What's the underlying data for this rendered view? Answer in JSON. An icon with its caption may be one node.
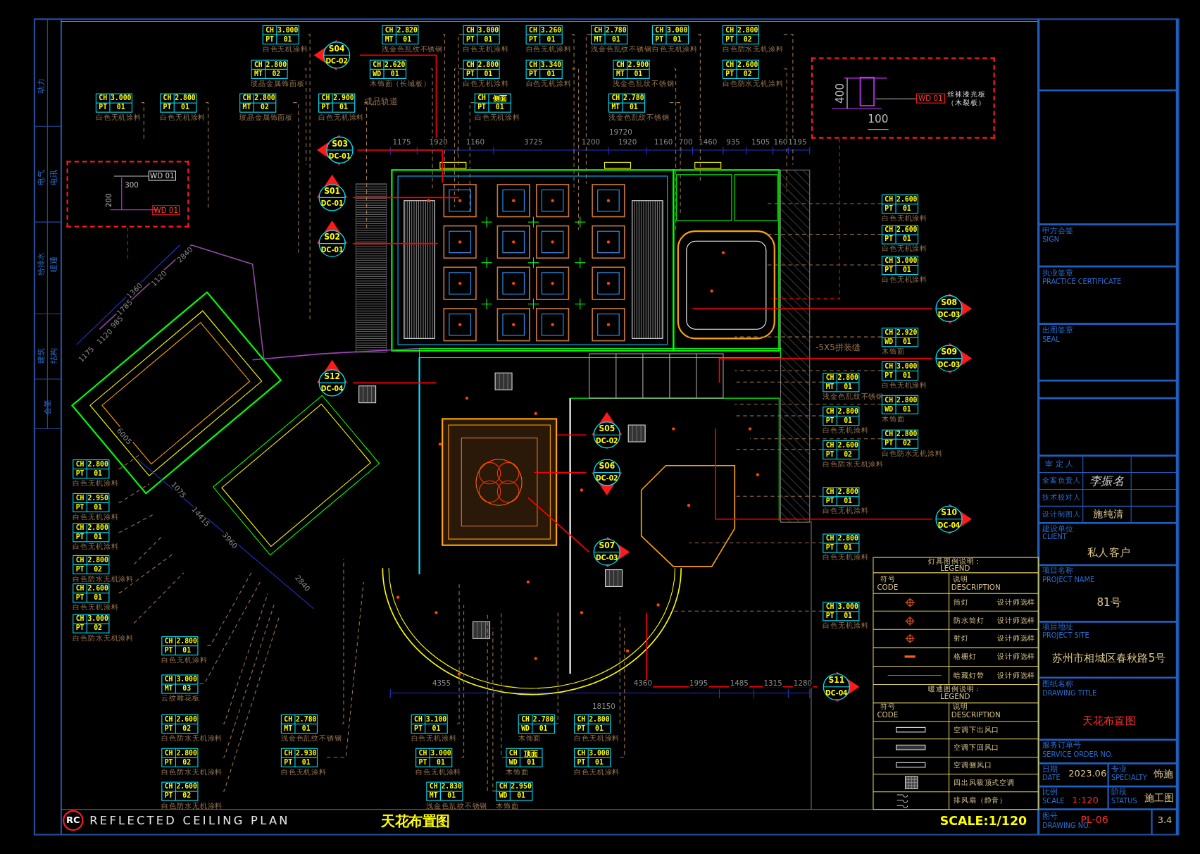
{
  "diagram": {
    "nodes": [
      {
        "text": [
          "CH",
          "3.000",
          "PT",
          "01",
          "白色无机涂料"
        ]
      },
      {
        "text": [
          "CH",
          "2.820",
          "MT",
          "01",
          "浅金色乱纹不锈钢"
        ]
      },
      {
        "text": [
          "CH",
          "3.000",
          "PT",
          "01",
          "白色无机涂料"
        ]
      },
      {
        "text": [
          "CH",
          "3.260",
          "PT",
          "01",
          "白色无机涂料"
        ]
      },
      {
        "text": [
          "CH",
          "2.780",
          "MT",
          "01",
          "浅金色乱纹不锈钢"
        ]
      },
      {
        "text": [
          "CH",
          "3.000",
          "PT",
          "01",
          "白色无机涂料"
        ]
      },
      {
        "text": [
          "CH",
          "2.800",
          "PT",
          "02",
          "白色防水无机涂料"
        ]
      },
      {
        "text": [
          "CH",
          "2.800",
          "MT",
          "02",
          "玻晶金属饰面板"
        ]
      },
      {
        "text": [
          "CH",
          "2.620",
          "WD",
          "01",
          "木饰面（长城板）"
        ]
      },
      {
        "text": [
          "CH",
          "2.800",
          "PT",
          "01",
          "白色无机涂料"
        ]
      },
      {
        "text": [
          "CH",
          "3.340",
          "PT",
          "01",
          "白色无机涂料"
        ]
      },
      {
        "text": [
          "CH",
          "2.900",
          "MT",
          "01",
          "浅金色乱纹不锈钢"
        ]
      },
      {
        "text": [
          "CH",
          "2.600",
          "PT",
          "02",
          "白色防水无机涂料"
        ]
      },
      {
        "text": [
          "CH",
          "3.000",
          "PT",
          "01",
          "白色无机涂料"
        ]
      },
      {
        "text": [
          "CH",
          "2.800",
          "PT",
          "01",
          "白色无机涂料"
        ]
      },
      {
        "text": [
          "CH",
          "2.800",
          "MT",
          "02",
          "玻晶金属饰面板"
        ]
      },
      {
        "text": [
          "CH",
          "2.900",
          "PT",
          "01",
          "白色无机涂料"
        ]
      },
      {
        "text": [
          "CH",
          "侧面",
          "PT",
          "01",
          "白色无机涂料"
        ]
      },
      {
        "text": [
          "CH",
          "2.780",
          "MT",
          "01",
          "浅金色乱纹不锈钢"
        ]
      },
      {
        "text": [
          "CH",
          "2.600",
          "PT",
          "01",
          "白色无机涂料"
        ]
      },
      {
        "text": [
          "CH",
          "2.600",
          "PT",
          "01",
          "白色无机涂料"
        ]
      },
      {
        "text": [
          "CH",
          "3.000",
          "PT",
          "01",
          "白色无机涂料"
        ]
      },
      {
        "text": [
          "CH",
          "2.920",
          "WD",
          "01",
          "木饰面"
        ]
      },
      {
        "text": [
          "CH",
          "3.000",
          "PT",
          "01",
          "白色无机涂料"
        ]
      },
      {
        "text": [
          "CH",
          "2.800",
          "MT",
          "01",
          "浅金色乱纹不锈钢"
        ]
      },
      {
        "text": [
          "CH",
          "2.800",
          "WD",
          "01",
          "木饰面"
        ]
      },
      {
        "text": [
          "CH",
          "2.800",
          "PT",
          "01",
          "白色无机涂料"
        ]
      },
      {
        "text": [
          "CH",
          "2.800",
          "PT",
          "02",
          "白色防水无机涂料"
        ]
      },
      {
        "text": [
          "CH",
          "2.600",
          "PT",
          "02",
          "白色防水无机涂料"
        ]
      },
      {
        "text": [
          "CH",
          "2.800",
          "PT",
          "01",
          "白色无机涂料"
        ]
      },
      {
        "text": [
          "CH",
          "2.800",
          "PT",
          "01",
          "白色无机涂料"
        ]
      },
      {
        "text": [
          "CH",
          "3.000",
          "PT",
          "01",
          "白色无机涂料"
        ]
      },
      {
        "text": [
          "CH",
          "2.800",
          "PT",
          "01",
          "白色无机涂料"
        ]
      },
      {
        "text": [
          "CH",
          "2.950",
          "PT",
          "01",
          "白色无机涂料"
        ]
      },
      {
        "text": [
          "CH",
          "2.800",
          "PT",
          "01",
          "白色无机涂料"
        ]
      },
      {
        "text": [
          "CH",
          "2.800",
          "PT",
          "02",
          "白色防水无机涂料"
        ]
      },
      {
        "text": [
          "CH",
          "2.600",
          "PT",
          "01",
          "白色无机涂料"
        ]
      },
      {
        "text": [
          "CH",
          "3.000",
          "PT",
          "02",
          "白色防水无机涂料"
        ]
      },
      {
        "text": [
          "CH",
          "2.800",
          "PT",
          "01",
          "白色无机涂料"
        ]
      },
      {
        "text": [
          "CH",
          "3.000",
          "MT",
          "03",
          "云纹雕花板"
        ]
      },
      {
        "text": [
          "CH",
          "2.600",
          "PT",
          "02",
          "白色防水无机涂料"
        ]
      },
      {
        "text": [
          "CH",
          "2.800",
          "PT",
          "02",
          "白色防水无机涂料"
        ]
      },
      {
        "text": [
          "CH",
          "2.600",
          "PT",
          "02",
          "白色防水无机涂料"
        ]
      },
      {
        "text": [
          "CH",
          "2.780",
          "MT",
          "01",
          "浅金色乱纹不锈钢"
        ]
      },
      {
        "text": [
          "CH",
          "2.930",
          "PT",
          "01",
          "白色无机涂料"
        ]
      },
      {
        "text": [
          "CH",
          "3.100",
          "PT",
          "01",
          "白色无机涂料"
        ]
      },
      {
        "text": [
          "CH",
          "3.000",
          "PT",
          "01",
          "白色无机涂料"
        ]
      },
      {
        "text": [
          "CH",
          "2.830",
          "MT",
          "01",
          "浅金色乱纹不锈钢"
        ]
      },
      {
        "text": [
          "CH",
          "2.780",
          "WD",
          "01",
          "木饰面"
        ]
      },
      {
        "text": [
          "CH",
          "顶面",
          "WD",
          "01",
          "木饰面"
        ]
      },
      {
        "text": [
          "CH",
          "2.950",
          "WD",
          "01",
          "木饰面"
        ]
      },
      {
        "text": [
          "CH",
          "2.800",
          "PT",
          "01",
          "白色无机涂料"
        ]
      },
      {
        "text": [
          "CH",
          "3.000",
          "PT",
          "01",
          "白色无机涂料"
        ]
      },
      {
        "text": [
          "S04",
          "DC-02"
        ]
      },
      {
        "text": [
          "S03",
          "DC-01"
        ]
      },
      {
        "text": [
          "S01",
          "DC-01"
        ]
      },
      {
        "text": [
          "S02",
          "DC-01"
        ]
      },
      {
        "text": [
          "S12",
          "DC-04"
        ]
      },
      {
        "text": [
          "S05",
          "DC-02"
        ]
      },
      {
        "text": [
          "S06",
          "DC-02"
        ]
      },
      {
        "text": [
          "S07",
          "DC-03"
        ]
      },
      {
        "text": [
          "S08",
          "DC-03"
        ]
      },
      {
        "text": [
          "S09",
          "DC-03"
        ]
      },
      {
        "text": [
          "S10",
          "DC-04"
        ]
      },
      {
        "text": [
          "S11",
          "DC-04"
        ]
      },
      {
        "text": [
          "400",
          "100",
          "WD 01",
          "丝袜漆光板（木裂板）"
        ]
      },
      {
        "text": [
          "300",
          "200",
          "WD 01",
          "WD 01"
        ]
      },
      {
        "text": [
          "RC"
        ]
      }
    ],
    "edges": [
      {
        "from": 0,
        "to": null,
        "arrow": "none",
        "style": "dashed"
      },
      {
        "from": 1,
        "to": null,
        "arrow": "none",
        "style": "dashed"
      },
      {
        "from": 2,
        "to": null,
        "arrow": "none",
        "style": "dashed"
      },
      {
        "from": 3,
        "to": null,
        "arrow": "none",
        "style": "dashed"
      },
      {
        "from": 4,
        "to": null,
        "arrow": "none",
        "style": "dashed"
      },
      {
        "from": 5,
        "to": null,
        "arrow": "none",
        "style": "dashed"
      },
      {
        "from": 6,
        "to": null,
        "arrow": "none",
        "style": "dashed"
      },
      {
        "from": 7,
        "to": null,
        "arrow": "none",
        "style": "dashed"
      },
      {
        "from": 8,
        "to": null,
        "arrow": "none",
        "style": "dashed"
      },
      {
        "from": 9,
        "to": null,
        "arrow": "none",
        "style": "dashed"
      },
      {
        "from": 10,
        "to": null,
        "arrow": "none",
        "style": "dashed"
      },
      {
        "from": 11,
        "to": null,
        "arrow": "none",
        "style": "dashed"
      },
      {
        "from": 12,
        "to": null,
        "arrow": "none",
        "style": "dashed"
      },
      {
        "from": 13,
        "to": null,
        "arrow": "none",
        "style": "dashed"
      },
      {
        "from": 14,
        "to": null,
        "arrow": "none",
        "style": "dashed"
      },
      {
        "from": 15,
        "to": null,
        "arrow": "none",
        "style": "dashed"
      },
      {
        "from": 16,
        "to": null,
        "arrow": "none",
        "style": "dashed"
      },
      {
        "from": 17,
        "to": null,
        "arrow": "none",
        "style": "dashed"
      },
      {
        "from": 18,
        "to": null,
        "arrow": "none",
        "style": "dashed"
      },
      {
        "from": 19,
        "to": null,
        "arrow": "none",
        "style": "dashed"
      },
      {
        "from": 20,
        "to": null,
        "arrow": "none",
        "style": "dashed"
      },
      {
        "from": 21,
        "to": null,
        "arrow": "none",
        "style": "dashed"
      },
      {
        "from": 22,
        "to": null,
        "arrow": "none",
        "style": "dashed"
      },
      {
        "from": 23,
        "to": null,
        "arrow": "none",
        "style": "dashed"
      },
      {
        "from": 24,
        "to": null,
        "arrow": "none",
        "style": "dashed"
      },
      {
        "from": 25,
        "to": null,
        "arrow": "none",
        "style": "dashed"
      },
      {
        "from": 26,
        "to": null,
        "arrow": "none",
        "style": "dashed"
      },
      {
        "from": 27,
        "to": null,
        "arrow": "none",
        "style": "dashed"
      },
      {
        "from": 28,
        "to": null,
        "arrow": "none",
        "style": "dashed"
      },
      {
        "from": 29,
        "to": null,
        "arrow": "none",
        "style": "dashed"
      },
      {
        "from": 30,
        "to": null,
        "arrow": "none",
        "style": "dashed"
      },
      {
        "from": 31,
        "to": null,
        "arrow": "none",
        "style": "dashed"
      },
      {
        "from": 32,
        "to": null,
        "arrow": "none",
        "style": "dashed"
      },
      {
        "from": 33,
        "to": null,
        "arrow": "none",
        "style": "dashed"
      },
      {
        "from": 34,
        "to": null,
        "arrow": "none",
        "style": "dashed"
      },
      {
        "from": 35,
        "to": null,
        "arrow": "none",
        "style": "dashed"
      },
      {
        "from": 36,
        "to": null,
        "arrow": "none",
        "style": "dashed"
      },
      {
        "from": 37,
        "to": null,
        "arrow": "none",
        "style": "dashed"
      },
      {
        "from": 38,
        "to": null,
        "arrow": "none",
        "style": "dashed"
      },
      {
        "from": 39,
        "to": null,
        "arrow": "none",
        "style": "dashed"
      },
      {
        "from": 40,
        "to": null,
        "arrow": "none",
        "style": "dashed"
      },
      {
        "from": 41,
        "to": null,
        "arrow": "none",
        "style": "dashed"
      },
      {
        "from": 42,
        "to": null,
        "arrow": "none",
        "style": "dashed"
      },
      {
        "from": 43,
        "to": null,
        "arrow": "none",
        "style": "dashed"
      },
      {
        "from": 44,
        "to": null,
        "arrow": "none",
        "style": "dashed"
      },
      {
        "from": 45,
        "to": null,
        "arrow": "none",
        "style": "dashed"
      },
      {
        "from": 46,
        "to": null,
        "arrow": "none",
        "style": "dashed"
      },
      {
        "from": 47,
        "to": null,
        "arrow": "none",
        "style": "dashed"
      },
      {
        "from": 48,
        "to": null,
        "arrow": "none",
        "style": "dashed"
      },
      {
        "from": 49,
        "to": null,
        "arrow": "none",
        "style": "dashed"
      },
      {
        "from": 50,
        "to": null,
        "arrow": "none",
        "style": "dashed"
      },
      {
        "from": 51,
        "to": null,
        "arrow": "none",
        "style": "dashed"
      },
      {
        "from": 52,
        "to": null,
        "arrow": "none",
        "style": "dashed"
      },
      {
        "from": 65,
        "to": null,
        "arrow": "none",
        "style": "dashed",
        "color": "#ff0000"
      },
      {
        "from": 66,
        "to": null,
        "arrow": "none",
        "style": "dashed",
        "color": "#ff0000"
      }
    ],
    "labels": [
      "动力",
      "电气",
      "电讯",
      "给排水",
      "暖通",
      "建筑",
      "结构",
      "会签",
      "成品轨道",
      "19720",
      "1175",
      "1920",
      "1160",
      "3725",
      "1200",
      "1920",
      "1160",
      "700",
      "1460",
      "935",
      "1505",
      "160",
      "1195",
      "-5X5拼装缝",
      "2840",
      "1360",
      "1120",
      "1785",
      "1175",
      "1120",
      "985",
      "6005",
      "1075",
      "14415",
      "3960",
      "2840",
      "4355",
      "18150",
      "4360",
      "1995",
      "1485",
      "1315",
      "1280",
      "REFLECTED CEILING PLAN",
      "天花布置图",
      "SCALE:1/120",
      "灯具图例说明：",
      "LEGEND",
      "符号",
      "CODE",
      "说明",
      "DESCRIPTION",
      "筒灯",
      "设计师选样",
      "防水筒灯",
      "设计师选样",
      "射灯",
      "设计师选样",
      "格栅灯",
      "设计师选样",
      "暗藏灯带",
      "设计师选样",
      "暖通图例说明：",
      "LEGEND",
      "符号",
      "CODE",
      "说明",
      "DESCRIPTION",
      "空调下出风口",
      "空调下回风口",
      "空调侧风口",
      "四出风吸顶式空调",
      "排风扇（静音）",
      "甲方会签",
      "SIGN",
      "执业签章",
      "PRACTICE CERTIFICATE",
      "出图签章",
      "SEAL",
      "审 定 人",
      "全案负责人",
      "李振名",
      "技术校对人",
      "设计制图人",
      "施纯清",
      "建设单位",
      "CLIENT",
      "私人客户",
      "项目名称",
      "PROJECT NAME",
      "81号",
      "项目地址",
      "PROJECT SITE",
      "苏州市相城区春秋路5号",
      "图纸名称",
      "DRAWING TITLE",
      "天花布置图",
      "服务订单号",
      "SERVICE ORDER NO.",
      "日期",
      "DATE",
      "2023.06",
      "专业",
      "SPECIALTY",
      "饰施",
      "比例",
      "SCALE",
      "1:120",
      "阶段",
      "STATUS",
      "施工图",
      "图号",
      "DRAWING NO.",
      "PL-06",
      "3.4"
    ]
  }
}
